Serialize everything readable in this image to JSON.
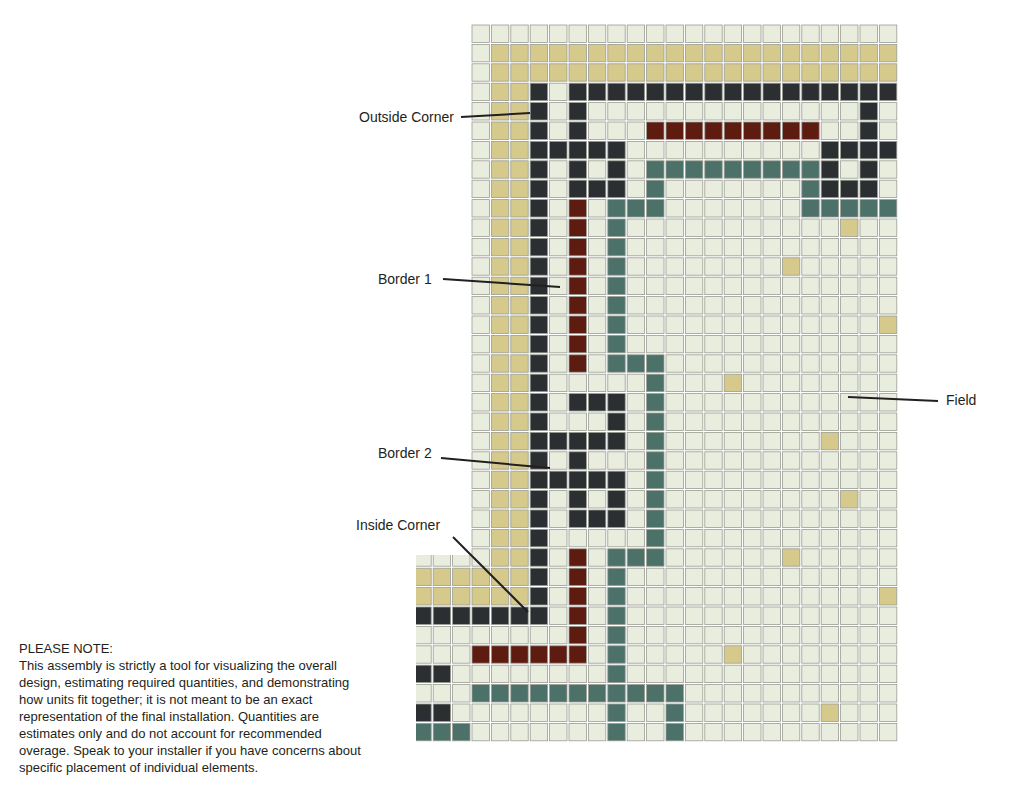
{
  "diagram": {
    "labels": [
      "Outside Corner",
      "Border 1",
      "Border 2",
      "Inside Corner",
      "Field",
      "PLEASE NOTE:",
      "This assembly is strictly a tool for visualizing the overall design, estimating required quantities, and demonstrating how units fit together; it is not meant to be an exact representation of the final installation. Quantities are estimates only and do not account for recommended overage. Speak to your installer if you have concerns about specific placement of individual elements."
    ]
  }
}
